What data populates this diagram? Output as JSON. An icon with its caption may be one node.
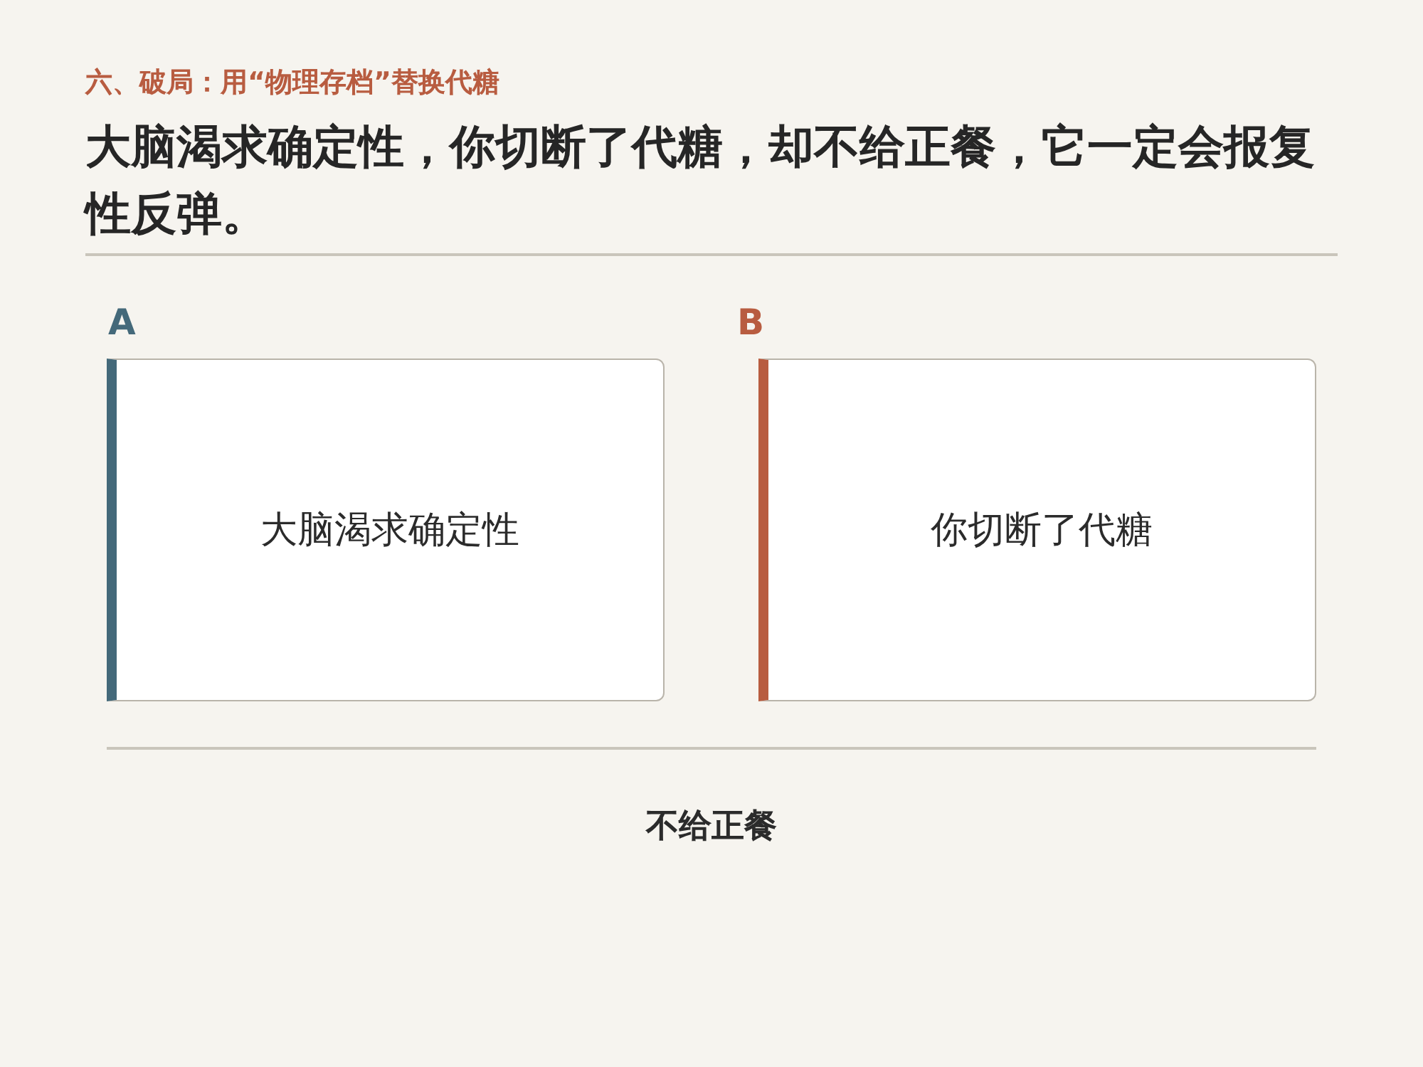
{
  "diagram": {
    "title": "大脑渴求确定性，你切断了代糖，却不给正餐，它一定会报复性反弹。",
    "nodes": [
      {
        "text": [
          "A",
          "大脑渴求确定性"
        ]
      },
      {
        "text": [
          "B",
          "你切断了代糖"
        ]
      }
    ],
    "labels": [
      "六、破局：用“物理存档”替换代糖",
      "不给正餐"
    ]
  }
}
